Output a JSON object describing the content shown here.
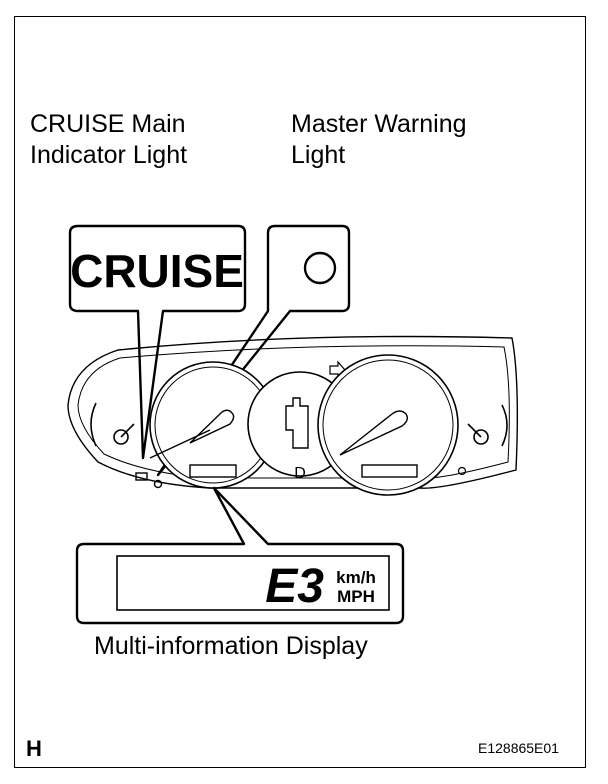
{
  "labels": {
    "cruise_main_line1": "CRUISE Main",
    "cruise_main_line2": "Indicator Light",
    "master_warning_line1": "Master Warning",
    "master_warning_line2": "Light",
    "multi_info_display": "Multi-information Display"
  },
  "callouts": {
    "cruise_indicator_text": "CRUISE",
    "display_code": "E3",
    "display_unit_top": "km/h",
    "display_unit_bottom": "MPH"
  },
  "footer": {
    "corner_letter": "H",
    "figure_code": "E128865E01"
  },
  "gauge_cluster": {
    "shift_indicator": "D",
    "shift_arrow_icon": "right-arrow-outline-icon",
    "master_warning_icon": "circle-outline-icon"
  }
}
